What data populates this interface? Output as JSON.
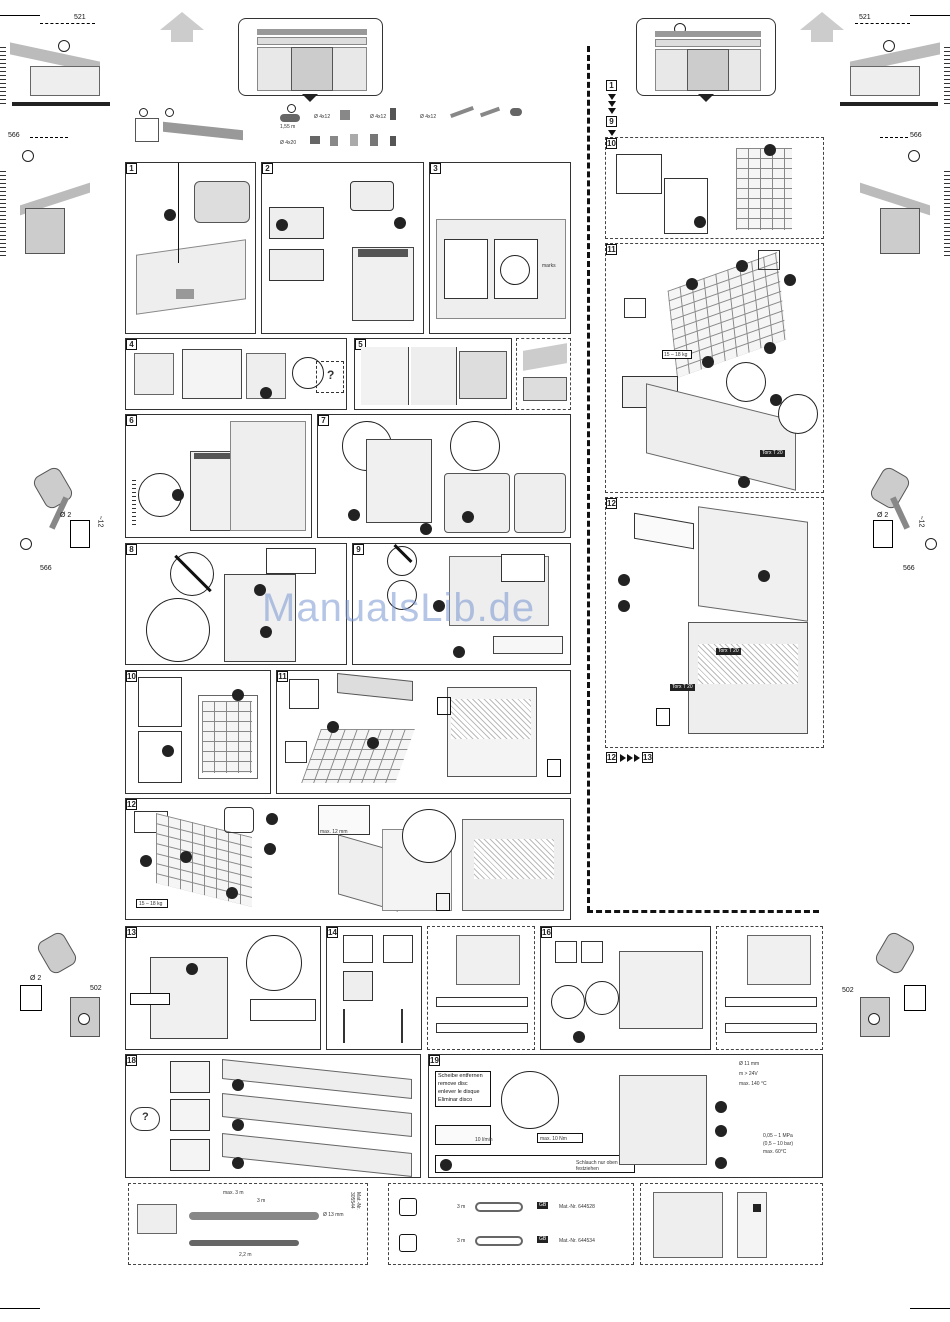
{
  "dimensions": {
    "top_left": "521",
    "top_right": "521",
    "mid_left": "566",
    "mid_right": "566",
    "drill_left": "566",
    "drill_right": "566",
    "lower_left": "502",
    "lower_right": "502",
    "drill_dia": "Ø 2",
    "drill_depth": "~12"
  },
  "accessories": {
    "row1": [
      "1,55 m",
      "Ø 4x12",
      "Ø 4x12",
      "Ø 4x12"
    ],
    "row2": [
      "Ø 4x20"
    ]
  },
  "panel_labels": {
    "p5_note": "max. 10 Nm",
    "p_weight": "15 – 18 kg",
    "p_weight2": "15 – 18 kg",
    "torx": "Torx T 20",
    "torx2": "Torx T 20",
    "torx3": "Torx T 20",
    "steps_max": "max. 12 mm"
  },
  "hose_panel": {
    "remove_disc": [
      "Scheibe entfernen",
      "remove disc",
      "enlever le disque",
      "Eliminar disco"
    ],
    "max_torque": "max. 10 Nm",
    "pressure": [
      "0,05 – 1 MPa",
      "(0,5 – 10 bar)",
      "max. 60°C"
    ],
    "note_small": "Schlauch nur oben festziehen",
    "sub_labels": [
      "Ø 11 mm",
      "m > 24V",
      "max. 140 °C"
    ],
    "unit_min": "10 l/min"
  },
  "bottom_panel": {
    "lengths": [
      "max. 3 m",
      "3 m",
      "2,2 m",
      "Ø 13 mm"
    ],
    "cable_length_1": "3 m",
    "cable_length_2": "3 m",
    "mat_nr_1": "Mat.-Nr. 644528",
    "mat_nr_2": "Mat.-Nr. 644534",
    "mat_nr_vertical": "Mat.-Nr. 305544"
  },
  "watermark": "ManualsLib.de"
}
